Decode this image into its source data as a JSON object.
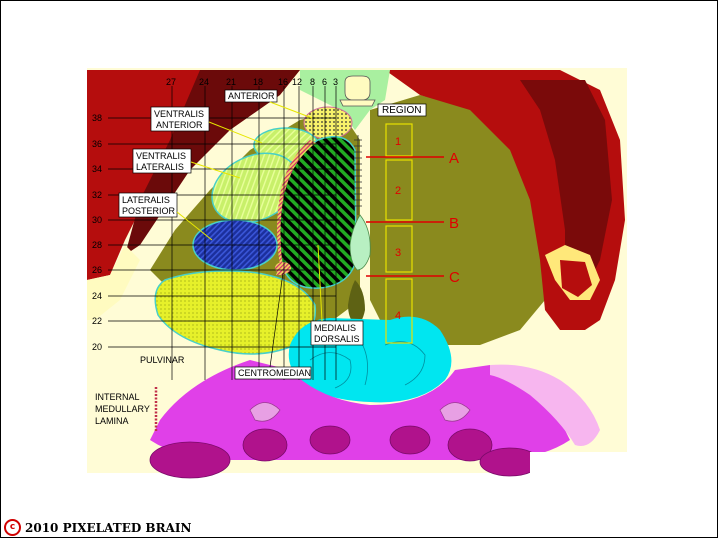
{
  "labels": {
    "anterior": "ANTERIOR",
    "ventralis_anterior": [
      "VENTRALIS",
      "ANTERIOR"
    ],
    "ventralis_lateralis": [
      "VENTRALIS",
      "LATERALIS"
    ],
    "lateralis_posterior": [
      "LATERALIS",
      "POSTERIOR"
    ],
    "region": "REGION",
    "medialis_dorsalis": [
      "MEDIALIS",
      "DORSALIS"
    ],
    "pulvinar": "PULVINAR",
    "centromedian": "CENTROMEDIAN",
    "internal_medullary_lamina": [
      "INTERNAL",
      "MEDULLARY",
      "LAMINA"
    ]
  },
  "top_scale": [
    "27",
    "24",
    "21",
    "18",
    "16",
    "12",
    "8",
    "6",
    "3"
  ],
  "left_scale": [
    "38",
    "36",
    "34",
    "32",
    "30",
    "28",
    "26",
    "24",
    "22",
    "20"
  ],
  "regions": [
    "1",
    "2",
    "3",
    "4"
  ],
  "section_markers": [
    "A",
    "B",
    "C"
  ],
  "copyright": {
    "symbol": "c",
    "text": "2010  PIXELATED BRAIN"
  },
  "colors": {
    "striatum_red": "#b50d0d",
    "dark_red": "#6a0a0a",
    "olive": "#8a8a1e",
    "light_yellow": "#ffff99",
    "yellow_green": "#d7ec3c",
    "light_green": "#b2ee5e",
    "dark_green": "#1f7a1f",
    "navy": "#1a2f8a",
    "cyan": "#00e6f0",
    "magenta": "#e040e8",
    "pink": "#f7b6ef",
    "purple": "#b0128c",
    "mint": "#b8f0c2",
    "marker_red": "#e00000"
  }
}
